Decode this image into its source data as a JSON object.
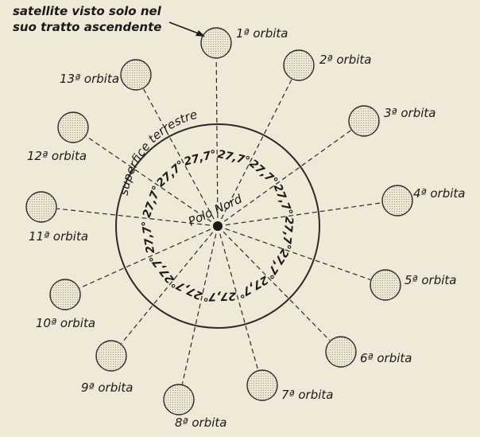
{
  "note": {
    "line1": "satellite visto solo nel",
    "line2": "suo tratto ascendente"
  },
  "earth_label": "superfice terrestre",
  "pole_label": "Polo Nord",
  "angle_label": "27,7°",
  "orbits": [
    {
      "label": "1ª orbita"
    },
    {
      "label": "2ª orbita"
    },
    {
      "label": "3ª orbita"
    },
    {
      "label": "4ª orbita"
    },
    {
      "label": "5ª orbita"
    },
    {
      "label": "6ª orbita"
    },
    {
      "label": "7ª orbita"
    },
    {
      "label": "8ª orbita"
    },
    {
      "label": "9ª orbita"
    },
    {
      "label": "10ª orbita"
    },
    {
      "label": "11ª orbita"
    },
    {
      "label": "12ª orbita"
    },
    {
      "label": "13ª orbita"
    }
  ],
  "colors": {
    "background": "#efe9d7",
    "ink": "#1a1a1a",
    "satellite_fill": "#e6e0cc"
  }
}
